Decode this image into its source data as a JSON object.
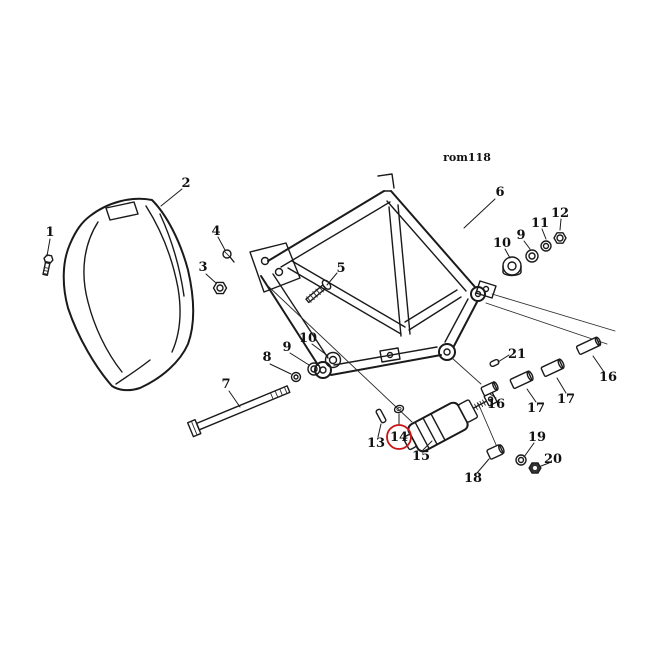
{
  "figure": {
    "code": "rom118",
    "background_color": "#ffffff",
    "line_color": "#1a1a1a"
  },
  "highlight": {
    "part": "14",
    "color": "#c81414"
  },
  "callouts": [
    {
      "id": "part-1",
      "label": "1"
    },
    {
      "id": "part-2",
      "label": "2"
    },
    {
      "id": "part-3",
      "label": "3"
    },
    {
      "id": "part-4",
      "label": "4"
    },
    {
      "id": "part-5",
      "label": "5"
    },
    {
      "id": "part-6",
      "label": "6"
    },
    {
      "id": "part-7",
      "label": "7"
    },
    {
      "id": "part-8",
      "label": "8"
    },
    {
      "id": "part-9-left",
      "label": "9"
    },
    {
      "id": "part-10-left",
      "label": "10"
    },
    {
      "id": "part-10-right",
      "label": "10"
    },
    {
      "id": "part-9-right",
      "label": "9"
    },
    {
      "id": "part-11",
      "label": "11"
    },
    {
      "id": "part-12",
      "label": "12"
    },
    {
      "id": "part-13",
      "label": "13"
    },
    {
      "id": "part-14",
      "label": "14"
    },
    {
      "id": "part-15",
      "label": "15"
    },
    {
      "id": "part-16-lower",
      "label": "16"
    },
    {
      "id": "part-17-lower",
      "label": "17"
    },
    {
      "id": "part-17-upper",
      "label": "17"
    },
    {
      "id": "part-16-upper",
      "label": "16"
    },
    {
      "id": "part-18",
      "label": "18"
    },
    {
      "id": "part-19",
      "label": "19"
    },
    {
      "id": "part-20",
      "label": "20"
    },
    {
      "id": "part-21",
      "label": "21"
    }
  ]
}
